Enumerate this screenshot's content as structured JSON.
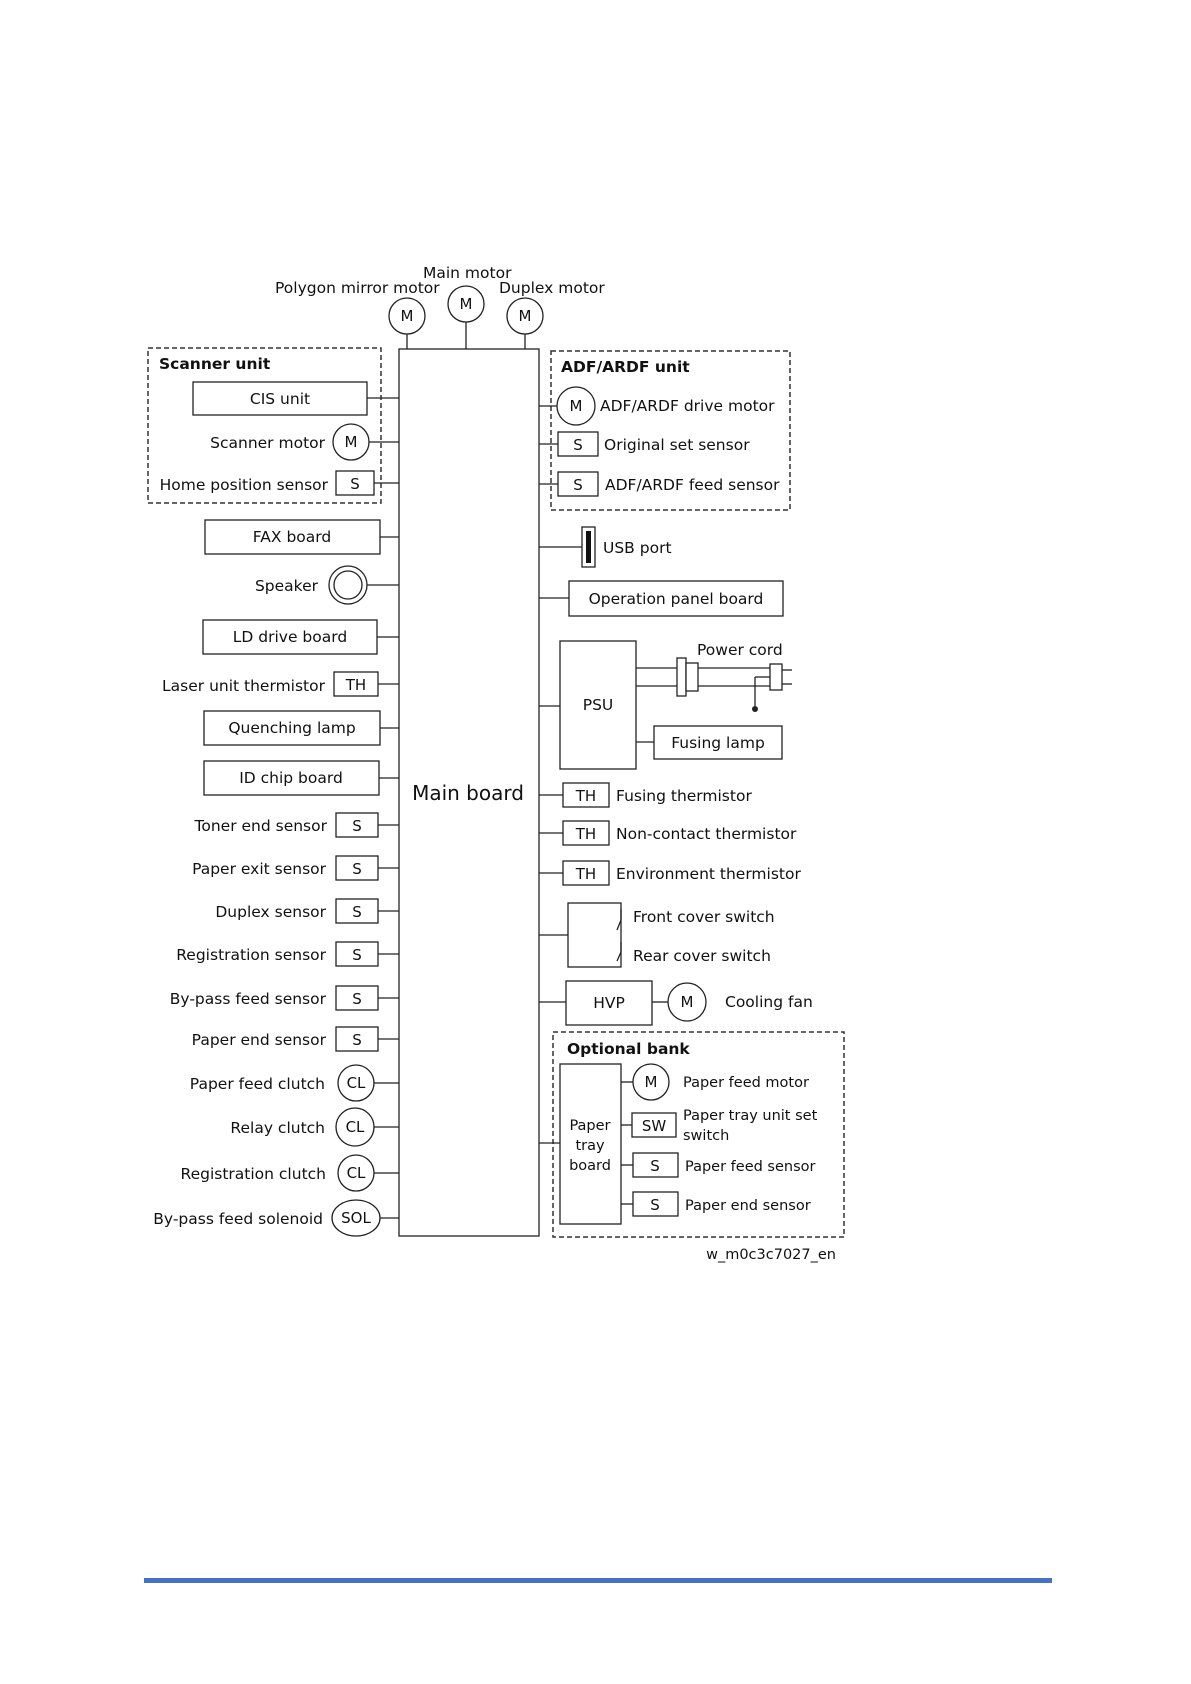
{
  "top_motors": {
    "polygon": {
      "label": "Polygon mirror motor",
      "symbol": "M"
    },
    "main": {
      "label": "Main motor",
      "symbol": "M"
    },
    "duplex": {
      "label": "Duplex motor",
      "symbol": "M"
    }
  },
  "main_board": {
    "label": "Main board"
  },
  "scanner_unit": {
    "title": "Scanner unit",
    "cis_unit": "CIS unit",
    "scanner_motor": {
      "label": "Scanner motor",
      "symbol": "M"
    },
    "home_position_sensor": {
      "label": "Home position sensor",
      "symbol": "S"
    }
  },
  "left": {
    "fax_board": "FAX board",
    "speaker": "Speaker",
    "ld_drive_board": "LD drive board",
    "laser_unit_thermistor": {
      "label": "Laser unit thermistor",
      "symbol": "TH"
    },
    "quenching_lamp": "Quenching lamp",
    "id_chip_board": "ID chip board",
    "toner_end_sensor": {
      "label": "Toner end sensor",
      "symbol": "S"
    },
    "paper_exit_sensor": {
      "label": "Paper exit sensor",
      "symbol": "S"
    },
    "duplex_sensor": {
      "label": "Duplex sensor",
      "symbol": "S"
    },
    "registration_sensor": {
      "label": "Registration sensor",
      "symbol": "S"
    },
    "bypass_feed_sensor": {
      "label": "By-pass feed sensor",
      "symbol": "S"
    },
    "paper_end_sensor": {
      "label": "Paper end sensor",
      "symbol": "S"
    },
    "paper_feed_clutch": {
      "label": "Paper feed clutch",
      "symbol": "CL"
    },
    "relay_clutch": {
      "label": "Relay clutch",
      "symbol": "CL"
    },
    "registration_clutch": {
      "label": "Registration clutch",
      "symbol": "CL"
    },
    "bypass_feed_solenoid": {
      "label": "By-pass feed solenoid",
      "symbol": "SOL"
    }
  },
  "adf_unit": {
    "title": "ADF/ARDF unit",
    "drive_motor": {
      "label": "ADF/ARDF drive motor",
      "symbol": "M"
    },
    "original_set_sensor": {
      "label": "Original set sensor",
      "symbol": "S"
    },
    "feed_sensor": {
      "label": "ADF/ARDF feed sensor",
      "symbol": "S"
    }
  },
  "right": {
    "usb_port": "USB port",
    "operation_panel_board": "Operation panel board",
    "psu": "PSU",
    "power_cord": "Power cord",
    "fusing_lamp": "Fusing lamp",
    "fusing_thermistor": {
      "label": "Fusing thermistor",
      "symbol": "TH"
    },
    "noncontact_thermistor": {
      "label": "Non-contact thermistor",
      "symbol": "TH"
    },
    "environment_thermistor": {
      "label": "Environment thermistor",
      "symbol": "TH"
    },
    "front_cover_switch": "Front cover switch",
    "rear_cover_switch": "Rear cover switch",
    "hvp": "HVP",
    "cooling_fan": {
      "label": "Cooling fan",
      "symbol": "M"
    }
  },
  "optional_bank": {
    "title": "Optional bank",
    "tray_board": [
      "Paper",
      "tray",
      "board"
    ],
    "paper_feed_motor": {
      "label": "Paper feed motor",
      "symbol": "M"
    },
    "tray_unit_set_switch": {
      "label": [
        "Paper tray unit set",
        "switch"
      ],
      "symbol": "SW"
    },
    "paper_feed_sensor": {
      "label": "Paper feed sensor",
      "symbol": "S"
    },
    "paper_end_sensor": {
      "label": "Paper end sensor",
      "symbol": "S"
    }
  },
  "figure_id": "w_m0c3c7027_en",
  "colors": {
    "footer_rule": "#4472c4"
  }
}
